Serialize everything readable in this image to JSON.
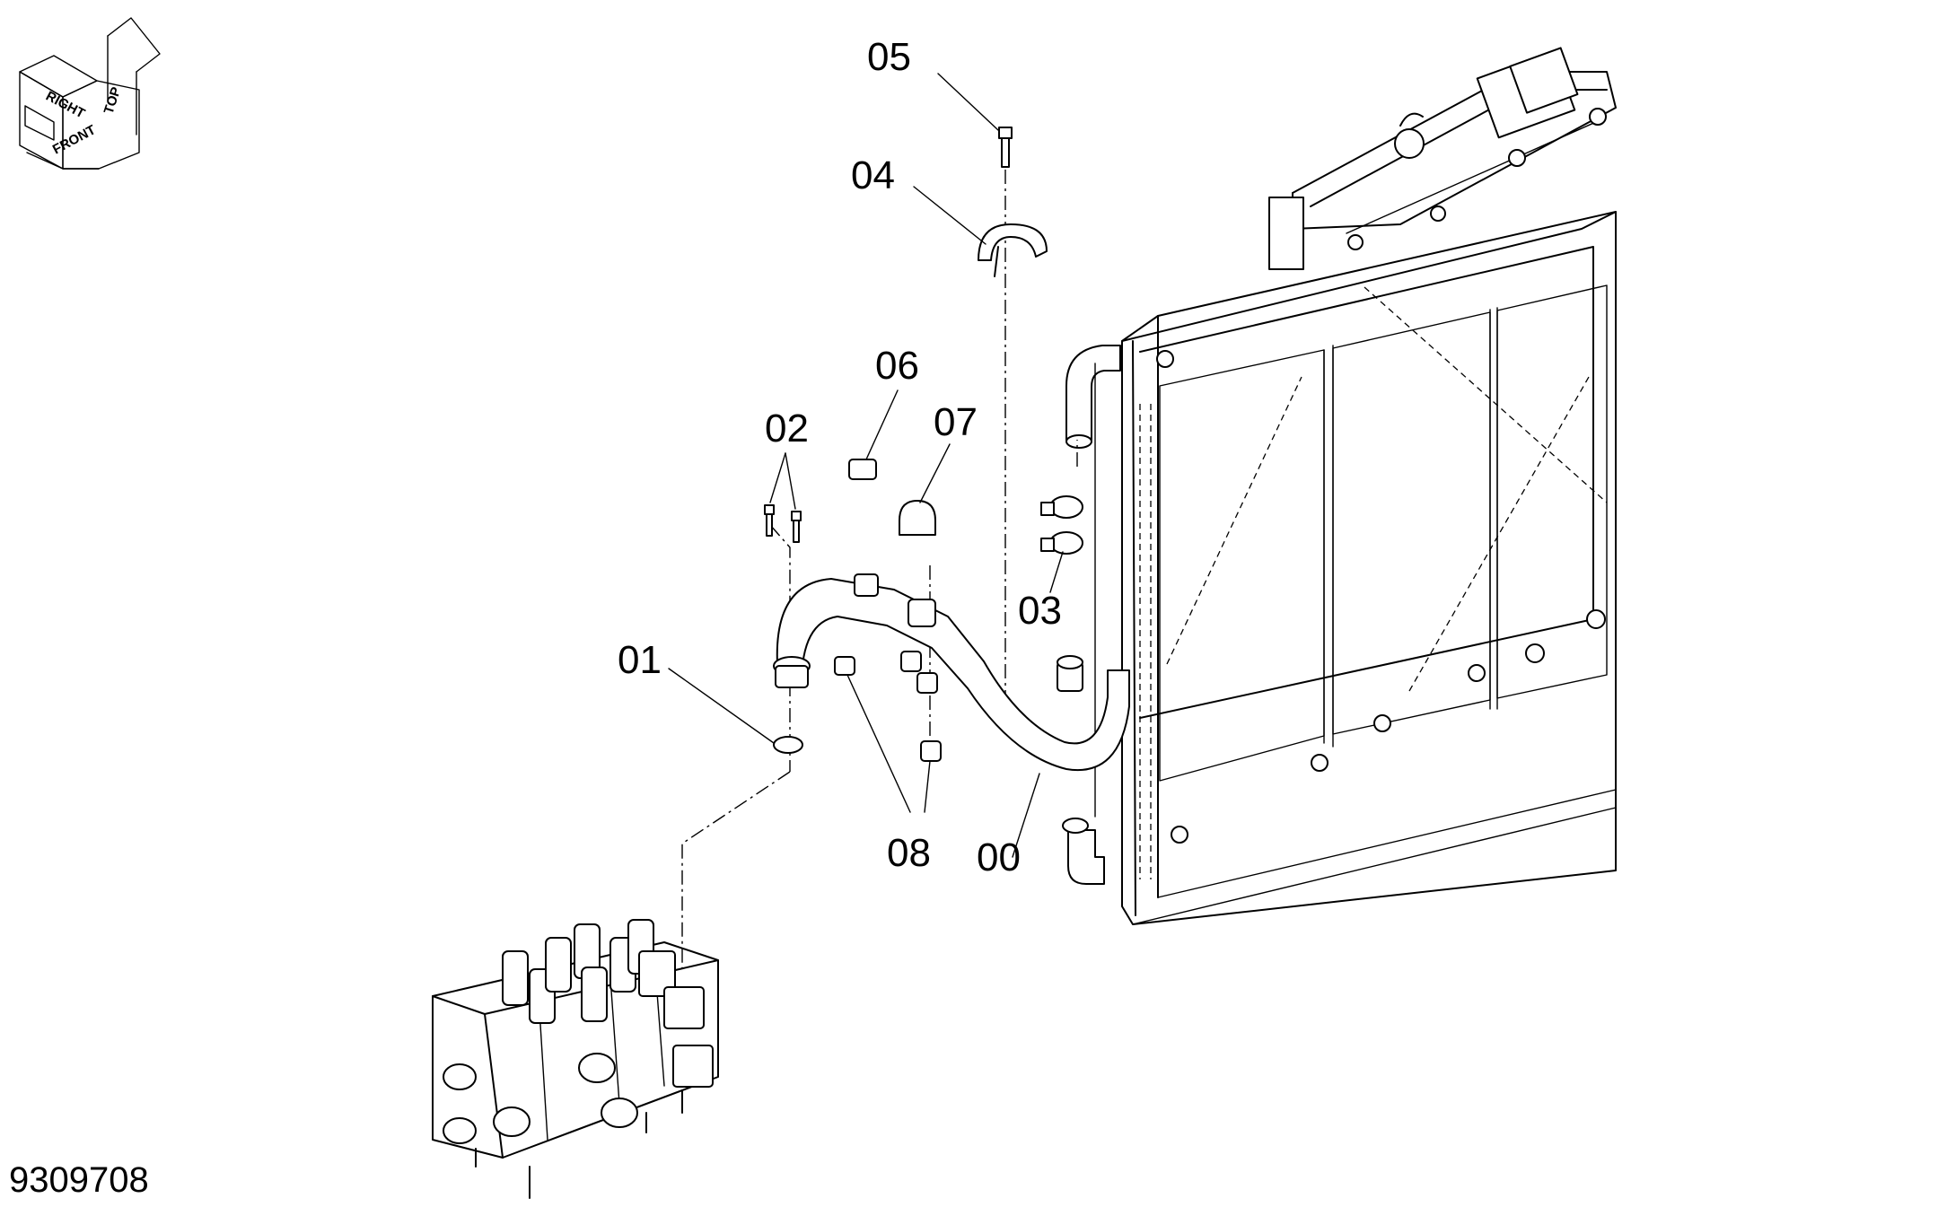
{
  "drawing_number": "9309708",
  "orientation_icon": {
    "labels": [
      "TOP",
      "RIGHT",
      "FRONT"
    ]
  },
  "callouts": [
    {
      "id": "00",
      "text": "00"
    },
    {
      "id": "01",
      "text": "01"
    },
    {
      "id": "02",
      "text": "02"
    },
    {
      "id": "03",
      "text": "03"
    },
    {
      "id": "04",
      "text": "04"
    },
    {
      "id": "05",
      "text": "05"
    },
    {
      "id": "06",
      "text": "06"
    },
    {
      "id": "07",
      "text": "07"
    },
    {
      "id": "08",
      "text": "08"
    }
  ],
  "icons": [
    "orientation-cube-icon",
    "radiator-frame",
    "control-valve-block",
    "hydraulic-pipe"
  ]
}
